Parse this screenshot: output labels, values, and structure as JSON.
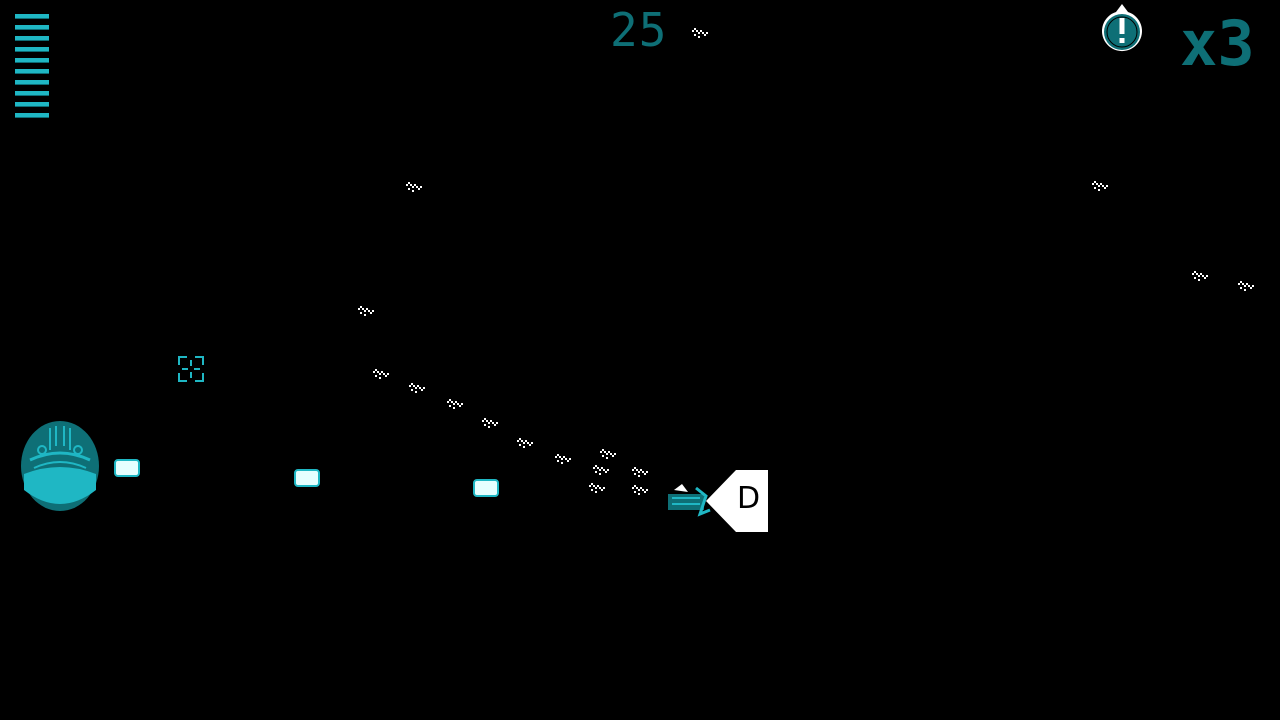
{
  "hud": {
    "score": "25",
    "multiplier": "x3",
    "health_segments": 10,
    "alert_icon": "exclamation-drop-icon"
  },
  "target": {
    "letter": "D"
  },
  "colors": {
    "cyan": "#1fb7c4",
    "dark_cyan": "#0e6f76",
    "white": "#ffffff",
    "background": "#000000"
  }
}
